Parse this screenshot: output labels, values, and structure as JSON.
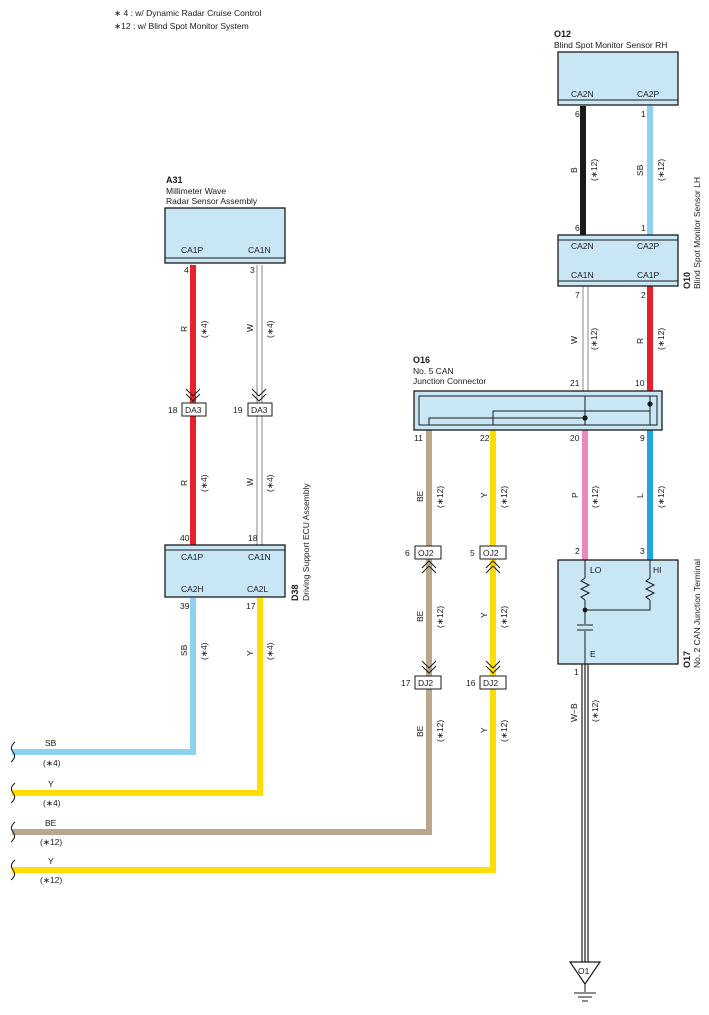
{
  "notes": {
    "line1": "∗ 4 : w/ Dynamic Radar Cruise Control",
    "line2": "∗12 : w/ Blind Spot Monitor System"
  },
  "colors": {
    "R": "#e8202a",
    "W": "#ffffff",
    "B": "#1a1a1a",
    "SB": "#8fd2f0",
    "Y": "#ffdd00",
    "BE": "#b8a68f",
    "P": "#ec87c0",
    "L": "#1ea7e4",
    "box": "#c9e6f5",
    "line": "#1a1a1a"
  },
  "components": {
    "a31": {
      "code": "A31",
      "name_line1": "Millimeter Wave",
      "name_line2": "Radar Sensor Assembly",
      "pin_left": "CA1P",
      "pin_right": "CA1N"
    },
    "d38": {
      "code": "D38",
      "name": "Driving Support ECU Assembly",
      "pin_top_left": "CA1P",
      "pin_top_right": "CA1N",
      "pin_bot_left": "CA2H",
      "pin_bot_right": "CA2L"
    },
    "o12": {
      "code": "O12",
      "name": "Blind Spot Monitor Sensor RH",
      "pin_left": "CA2N",
      "pin_right": "CA2P"
    },
    "o10": {
      "code": "O10",
      "name": "Blind Spot Monitor Sensor LH",
      "pin_top_left": "CA2N",
      "pin_top_right": "CA2P",
      "pin_bot_left": "CA1N",
      "pin_bot_right": "CA1P"
    },
    "o16": {
      "code": "O16",
      "name_line1": "No.  5 CAN",
      "name_line2": "Junction Connector"
    },
    "o17": {
      "code": "O17",
      "name": "No.  2 CAN Junction Terminal",
      "lo": "LO",
      "hi": "HI",
      "e": "E"
    },
    "o1": {
      "code": "O1"
    }
  },
  "connectors": {
    "da3": "DA3",
    "oj2": "OJ2",
    "dj2": "DJ2"
  },
  "pins": {
    "a31_l": "4",
    "a31_r": "3",
    "da3_l": "18",
    "da3_r": "19",
    "d38_tl": "40",
    "d38_tr": "18",
    "d38_bl": "39",
    "d38_br": "17",
    "o12_l": "6",
    "o12_r": "1",
    "o10_tl": "6",
    "o10_tr": "1",
    "o10_bl": "7",
    "o10_br": "2",
    "o16_t1": "21",
    "o16_t2": "10",
    "o16_b1": "11",
    "o16_b2": "22",
    "o16_b3": "20",
    "o16_b4": "9",
    "oj2_l": "6",
    "oj2_r": "5",
    "dj2_l": "17",
    "dj2_r": "16",
    "o17_l": "2",
    "o17_r": "3",
    "o17_e": "1"
  },
  "wires": {
    "r": "R",
    "w": "W",
    "b": "B",
    "sb": "SB",
    "y": "Y",
    "be": "BE",
    "p": "P",
    "l": "L",
    "wb": "W−B",
    "n4": "(∗4)",
    "n12": "(∗12)"
  },
  "stubs": [
    {
      "color": "SB",
      "note": "(∗4)"
    },
    {
      "color": "Y",
      "note": "(∗4)"
    },
    {
      "color": "BE",
      "note": "(∗12)"
    },
    {
      "color": "Y",
      "note": "(∗12)"
    }
  ]
}
